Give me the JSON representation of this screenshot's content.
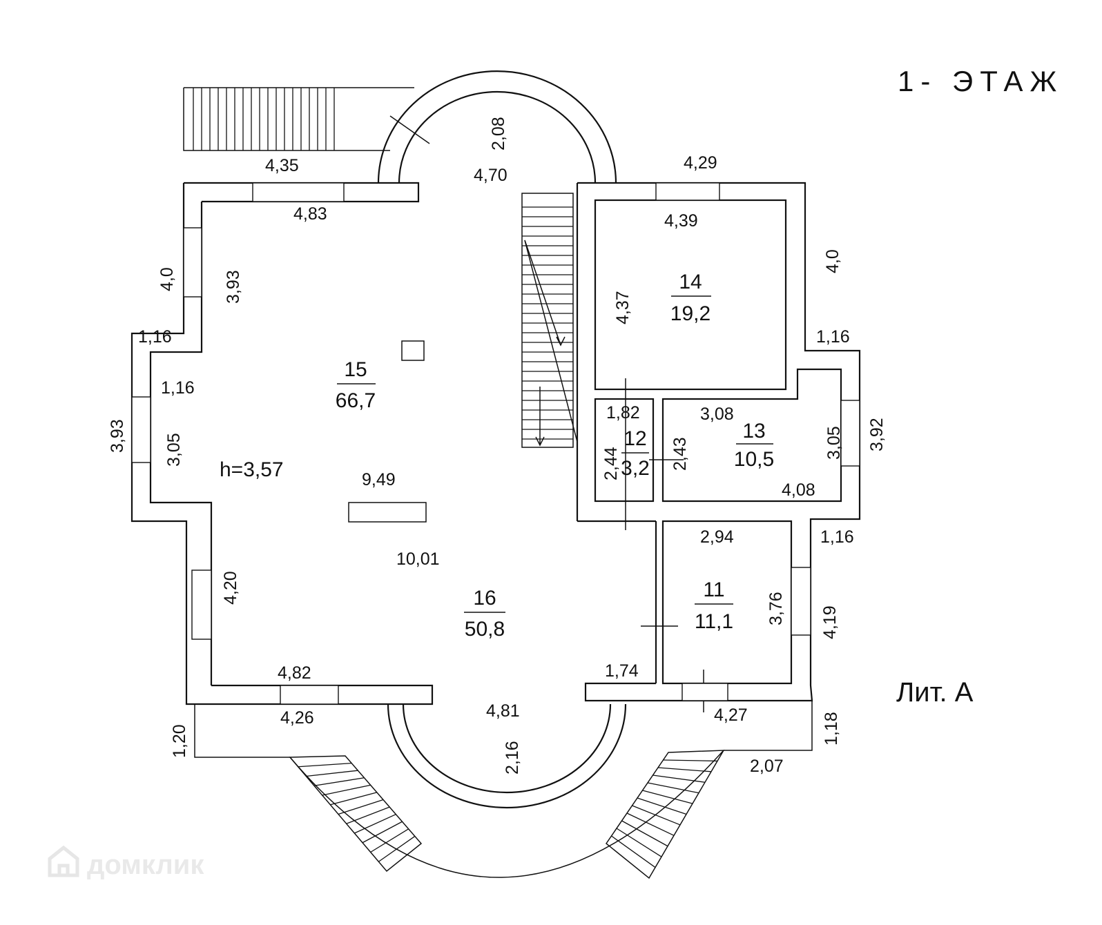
{
  "title": "1- ЭТАЖ",
  "literal": "Лит. А",
  "watermark": "домклик",
  "icons": [
    "house-logo-icon",
    "stair-arrow-icon"
  ],
  "rooms": [
    {
      "number": "15",
      "area": "66,7"
    },
    {
      "number": "16",
      "area": "50,8"
    },
    {
      "number": "14",
      "area": "19,2"
    },
    {
      "number": "13",
      "area": "10,5"
    },
    {
      "number": "12",
      "area": "3,2"
    },
    {
      "number": "11",
      "area": "11,1"
    }
  ],
  "height_label": "h=3,57",
  "dimensions": [
    "4,35",
    "4,83",
    "2,08",
    "4,70",
    "4,29",
    "4,39",
    "4,0",
    "3,93",
    "1,16",
    "1,16",
    "3,93",
    "3,05",
    "4,37",
    "4,0",
    "1,16",
    "1,82",
    "3,08",
    "2,44",
    "2,43",
    "3,05",
    "3,92",
    "4,08",
    "9,49",
    "10,01",
    "2,94",
    "1,16",
    "4,20",
    "3,76",
    "4,19",
    "4,82",
    "1,74",
    "4,26",
    "4,81",
    "4,27",
    "1,20",
    "1,18",
    "2,16",
    "2,07"
  ]
}
